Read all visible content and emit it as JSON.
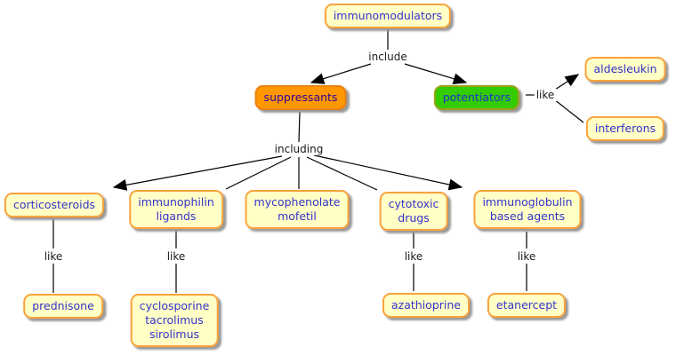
{
  "nodes": {
    "immunomodulators": {
      "label": "immunomodulators"
    },
    "suppressants": {
      "label": "suppressants"
    },
    "potentiators": {
      "label": "potentiators"
    },
    "aldesleukin": {
      "label": "aldesleukin"
    },
    "interferons": {
      "label": "interferons"
    },
    "corticosteroids": {
      "label": "corticosteroids"
    },
    "immunophilin_ligands": {
      "label": "immunophilin\nligands"
    },
    "mycophenolate_mofetil": {
      "label": "mycophenolate\nmofetil"
    },
    "cytotoxic_drugs": {
      "label": "cytotoxic\ndrugs"
    },
    "immunoglobulin_based_agents": {
      "label": "immunoglobulin\nbased agents"
    },
    "prednisone": {
      "label": "prednisone"
    },
    "cyclosporine_tacrolimus_sirolimus": {
      "label": "cyclosporine\ntacrolimus\nsirolimus"
    },
    "azathioprine": {
      "label": "azathioprine"
    },
    "etanercept": {
      "label": "etanercept"
    }
  },
  "linking_phrases": {
    "include": "include",
    "including": "including",
    "like": "like"
  },
  "connections": [
    {
      "from": "immunomodulators",
      "phrase": "include",
      "to": [
        "suppressants",
        "potentiators"
      ]
    },
    {
      "from": "potentiators",
      "phrase": "like",
      "to": [
        "aldesleukin",
        "interferons"
      ]
    },
    {
      "from": "suppressants",
      "phrase": "including",
      "to": [
        "corticosteroids",
        "immunophilin ligands",
        "mycophenolate mofetil",
        "cytotoxic drugs",
        "immunoglobulin based agents"
      ]
    },
    {
      "from": "corticosteroids",
      "phrase": "like",
      "to": [
        "prednisone"
      ]
    },
    {
      "from": "immunophilin ligands",
      "phrase": "like",
      "to": [
        "cyclosporine tacrolimus sirolimus"
      ]
    },
    {
      "from": "cytotoxic drugs",
      "phrase": "like",
      "to": [
        "azathioprine"
      ]
    },
    {
      "from": "immunoglobulin based agents",
      "phrase": "like",
      "to": [
        "etanercept"
      ]
    }
  ],
  "colors": {
    "background": "#FFFFFF",
    "node_fill_default": "#FFFFC6",
    "node_border_default": "#F9A23C",
    "node_text_default": "#3333CC",
    "suppressants_fill": "#FF9800",
    "suppressants_border": "#E8820E",
    "suppressants_text": "#330099",
    "potentiators_fill": "#33CC00",
    "potentiators_border": "#99A417",
    "link_line": "#000000",
    "link_label_text": "#1A1A1A"
  }
}
